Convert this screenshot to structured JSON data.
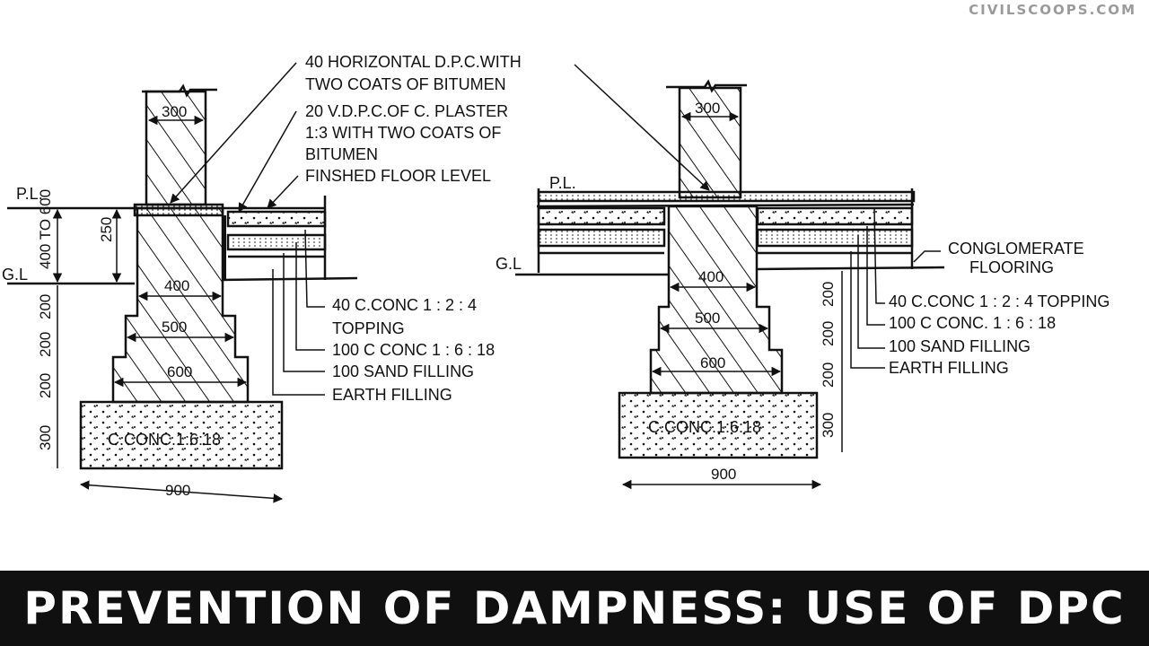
{
  "watermark": "CIVILSCOOPS.COM",
  "banner_title": "PREVENTION OF DAMPNESS: USE OF DPC",
  "colors": {
    "banner_bg": "#101010",
    "banner_text": "#ffffff",
    "line": "#111111",
    "watermark": "#9a9a9a"
  },
  "left": {
    "pl": "P.L.",
    "gl": "G.L",
    "dim_300": "300",
    "dim_250": "250",
    "dim_400to600": "400 TO 600",
    "dim_400": "400",
    "dim_500": "500",
    "dim_600": "600",
    "dim_200": "200",
    "dim_300v": "300",
    "dim_900": "900",
    "base": "C.CONC.1:6:18",
    "labels": {
      "hdpc_1": "40 HORIZONTAL D.P.C.WITH",
      "hdpc_2": "TWO COATS OF BITUMEN",
      "vdpc_1": "20 V.D.P.C.OF C. PLASTER",
      "vdpc_2": "1:3 WITH TWO COATS OF",
      "vdpc_3": "BITUMEN",
      "ffl": "FINSHED FLOOR LEVEL",
      "topping_1": "40 C.CONC 1 : 2 : 4",
      "topping_2": "TOPPING",
      "conc": "100 C CONC 1 : 6 : 18",
      "sand": "100 SAND FILLING",
      "earth": "EARTH FILLING"
    }
  },
  "right": {
    "pl": "P.L.",
    "gl": "G.L",
    "dim_300": "300",
    "dim_400": "400",
    "dim_500": "500",
    "dim_600": "600",
    "dim_200": "200",
    "dim_300v": "300",
    "dim_900": "900",
    "base": "C.CONC.1:6:18",
    "labels": {
      "cong_1": "CONGLOMERATE",
      "cong_2": "FLOORING",
      "topping": "40 C.CONC 1 : 2 : 4 TOPPING",
      "conc": "100 C CONC. 1 : 6 : 18",
      "sand": "100 SAND FILLING",
      "earth": "EARTH FILLING"
    }
  }
}
